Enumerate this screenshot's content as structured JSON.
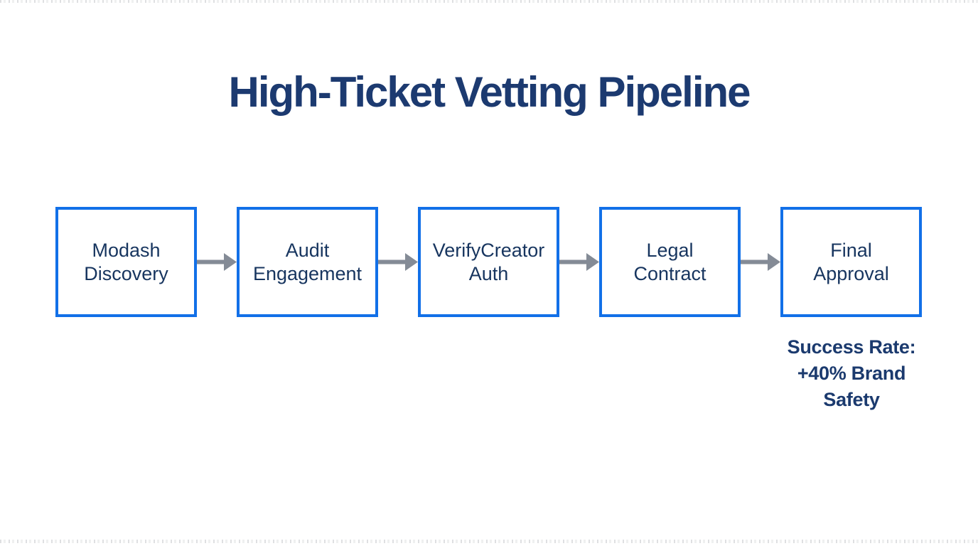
{
  "header": {
    "title": "High-Ticket Vetting Pipeline"
  },
  "pipeline": {
    "steps": [
      {
        "line1": "Modash",
        "line2": "Discovery"
      },
      {
        "line1": "Audit",
        "line2": "Engagement"
      },
      {
        "line1": "VerifyCreator",
        "line2": "Auth"
      },
      {
        "line1": "Legal",
        "line2": "Contract"
      },
      {
        "line1": "Final",
        "line2": "Approval"
      }
    ],
    "connector_icon": "arrow-right"
  },
  "annotation": {
    "lines": [
      "Success Rate:",
      "+40% Brand",
      "Safety"
    ]
  },
  "colors": {
    "background": "#ffffff",
    "title_text": "#1c3a70",
    "step_text": "#17355f",
    "box_border": "#1270e8",
    "arrow": "#848b96"
  }
}
